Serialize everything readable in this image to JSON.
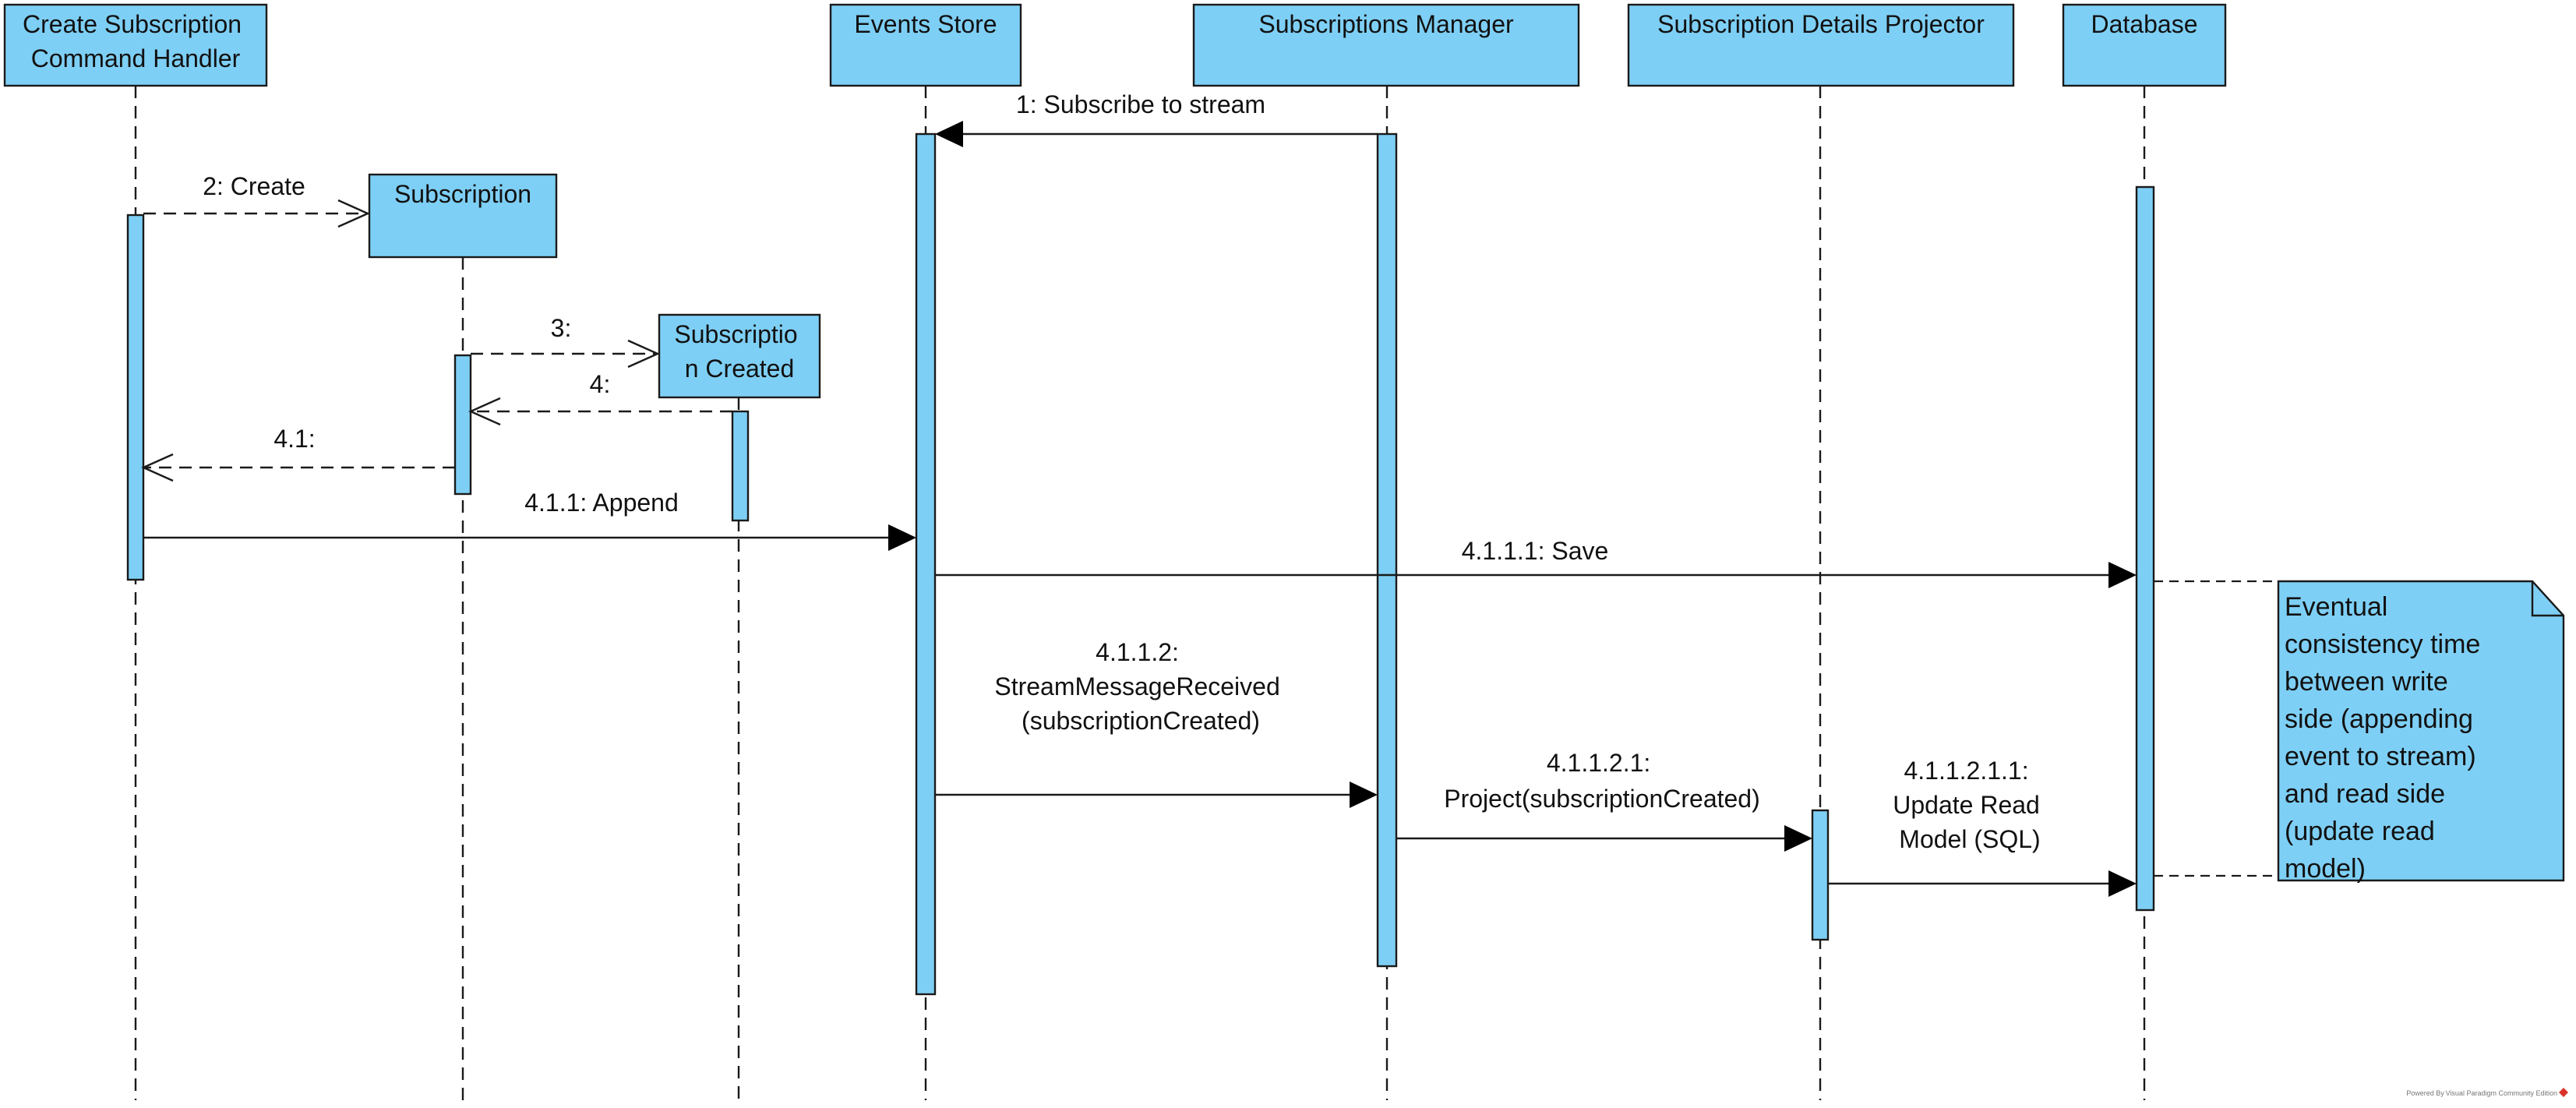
{
  "lifelines": {
    "cmd_handler": [
      "Create Subscription",
      "Command Handler"
    ],
    "subscription": [
      "Subscription"
    ],
    "subscription_created": [
      "Subscriptio",
      "n Created"
    ],
    "events_store": [
      "Events Store"
    ],
    "subs_manager": [
      "Subscriptions Manager"
    ],
    "projector": [
      "Subscription Details Projector"
    ],
    "database": [
      "Database"
    ]
  },
  "messages": {
    "m1": [
      "1: Subscribe to stream"
    ],
    "m2": [
      "2: Create"
    ],
    "m3": [
      "3:"
    ],
    "m4": [
      "4:"
    ],
    "m41": [
      "4.1:"
    ],
    "m411": [
      "4.1.1: Append"
    ],
    "m4111": [
      "4.1.1.1: Save"
    ],
    "m4112": [
      "4.1.1.2:",
      "StreamMessageReceived",
      "(subscriptionCreated)"
    ],
    "m41121": [
      "4.1.1.2.1:",
      "Project(subscriptionCreated)"
    ],
    "m411211": [
      "4.1.1.2.1.1:",
      "Update Read",
      "Model (SQL)"
    ]
  },
  "note": [
    "Eventual",
    "consistency time",
    "between write",
    "side (appending",
    "event to stream)",
    "and read side",
    "(update read",
    "model)"
  ],
  "footer": "Powered By Visual Paradigm Community Edition"
}
